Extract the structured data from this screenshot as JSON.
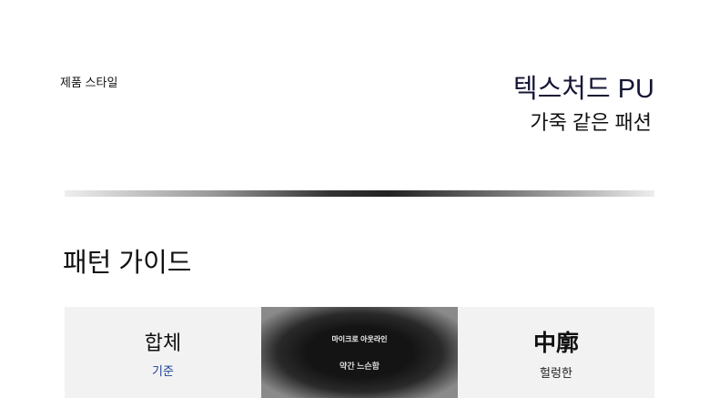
{
  "product_style_label": "제품 스타일",
  "title": "텍스처드 PU",
  "subtitle": "가죽 같은 패션",
  "section_title": "패턴 가이드",
  "cards": [
    {
      "main": "합체",
      "sub": "기준"
    },
    {
      "main": "마이크로 아웃라인",
      "sub": "약간 느슨함"
    },
    {
      "main": "中廓",
      "sub": "헐렁한"
    }
  ],
  "colors": {
    "accent_blue": "#1a3f96",
    "title_navy": "#151535",
    "card_bg": "#f2f2f2"
  }
}
